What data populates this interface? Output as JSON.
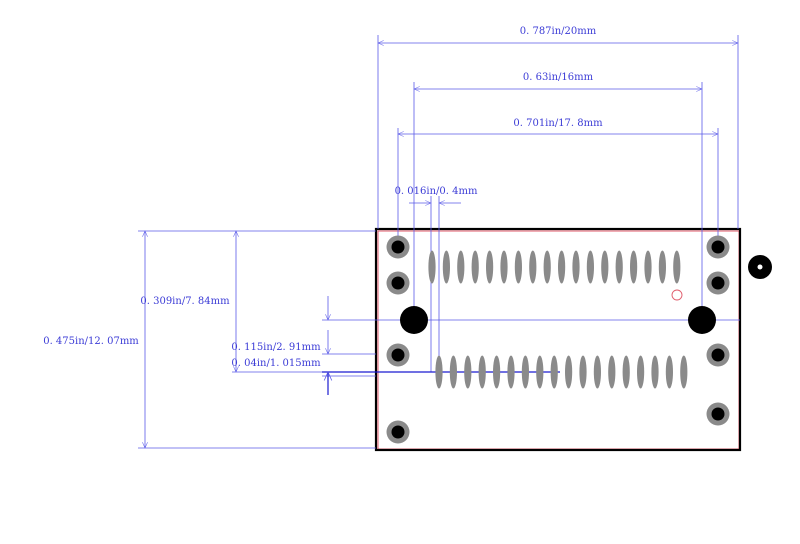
{
  "dimensions": {
    "overall_width": "0. 787in/20mm",
    "pin_span": "0. 63in/16mm",
    "hole_span": "0. 701in/17. 8mm",
    "pad_width": "0. 016in/0. 4mm",
    "overall_height": "0. 475in/12. 07mm",
    "upper_height": "0. 309in/7. 84mm",
    "row_pitch": "0. 115in/2. 91mm",
    "row_offset": "0. 04in/1. 015mm"
  },
  "colors": {
    "dimension": "#5a5ae8",
    "outline": "#000000",
    "pad": "#8a8a8a",
    "mark": "#e05a6a"
  }
}
